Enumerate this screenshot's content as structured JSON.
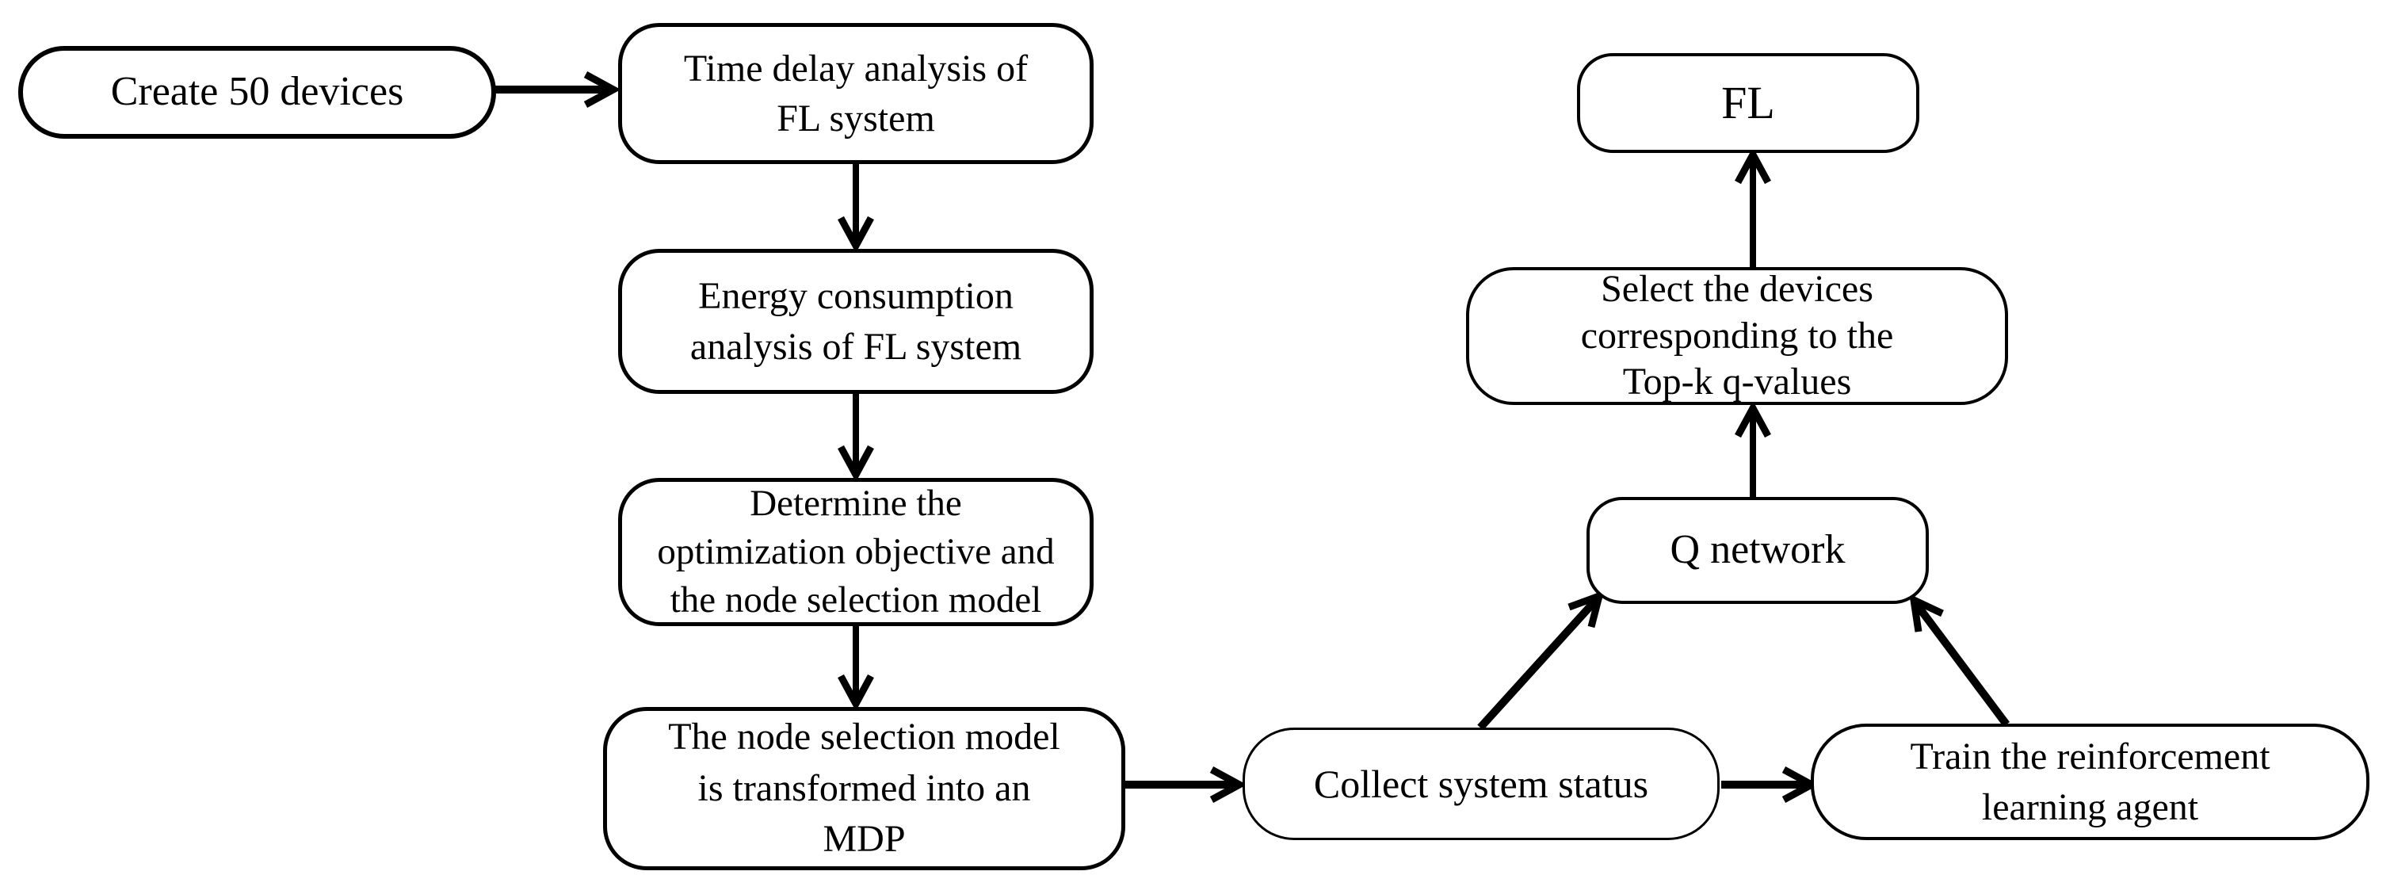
{
  "diagram": {
    "type": "flowchart",
    "background_color": "#ffffff",
    "line_color": "#000000",
    "text_color": "#000000",
    "nodes": [
      {
        "id": "create-devices",
        "label": "Create 50 devices"
      },
      {
        "id": "time-delay",
        "label": "Time delay analysis of\nFL system"
      },
      {
        "id": "energy",
        "label": "Energy consumption\nanalysis of FL system"
      },
      {
        "id": "objective",
        "label": "Determine the\noptimization objective and\nthe node selection model"
      },
      {
        "id": "mdp",
        "label": "The node selection model\nis transformed into an\nMDP"
      },
      {
        "id": "collect-status",
        "label": "Collect system status"
      },
      {
        "id": "train-agent",
        "label": "Train the reinforcement\nlearning agent"
      },
      {
        "id": "q-network",
        "label": "Q network"
      },
      {
        "id": "select-devices",
        "label": "Select the devices\ncorresponding to the\nTop-k q-values"
      },
      {
        "id": "fl",
        "label": "FL"
      }
    ],
    "edges": [
      {
        "from": "create-devices",
        "to": "time-delay"
      },
      {
        "from": "time-delay",
        "to": "energy"
      },
      {
        "from": "energy",
        "to": "objective"
      },
      {
        "from": "objective",
        "to": "mdp"
      },
      {
        "from": "mdp",
        "to": "collect-status"
      },
      {
        "from": "collect-status",
        "to": "train-agent"
      },
      {
        "from": "collect-status",
        "to": "q-network"
      },
      {
        "from": "train-agent",
        "to": "q-network"
      },
      {
        "from": "q-network",
        "to": "select-devices"
      },
      {
        "from": "select-devices",
        "to": "fl"
      }
    ]
  }
}
